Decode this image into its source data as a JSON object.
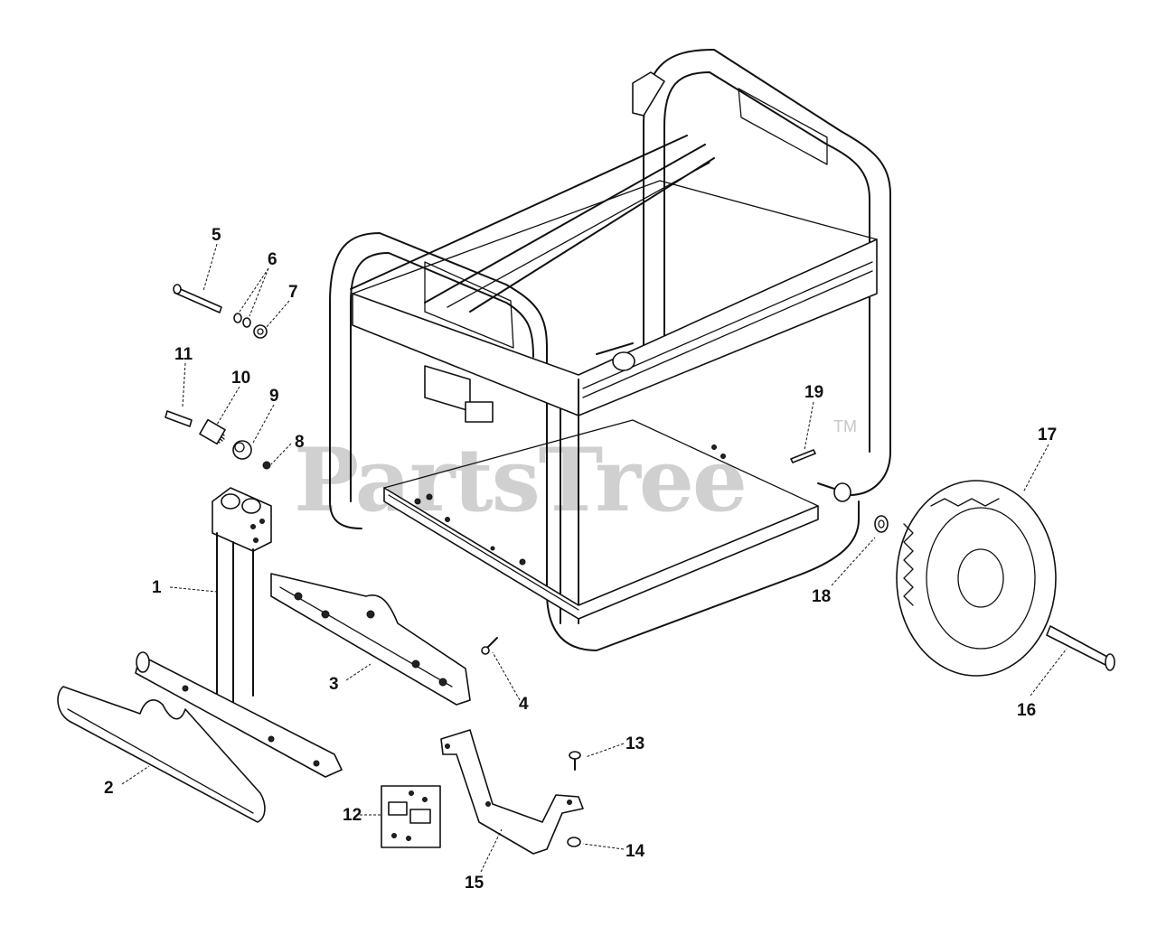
{
  "watermark": {
    "text": "PartsTree",
    "trademark": "TM"
  },
  "callouts": [
    "1",
    "2",
    "3",
    "4",
    "5",
    "6",
    "7",
    "8",
    "9",
    "10",
    "11",
    "12",
    "13",
    "14",
    "15",
    "16",
    "17",
    "18",
    "19"
  ],
  "colors": {
    "line": "#111111",
    "watermark": "#c8c8c8",
    "background": "#ffffff"
  }
}
